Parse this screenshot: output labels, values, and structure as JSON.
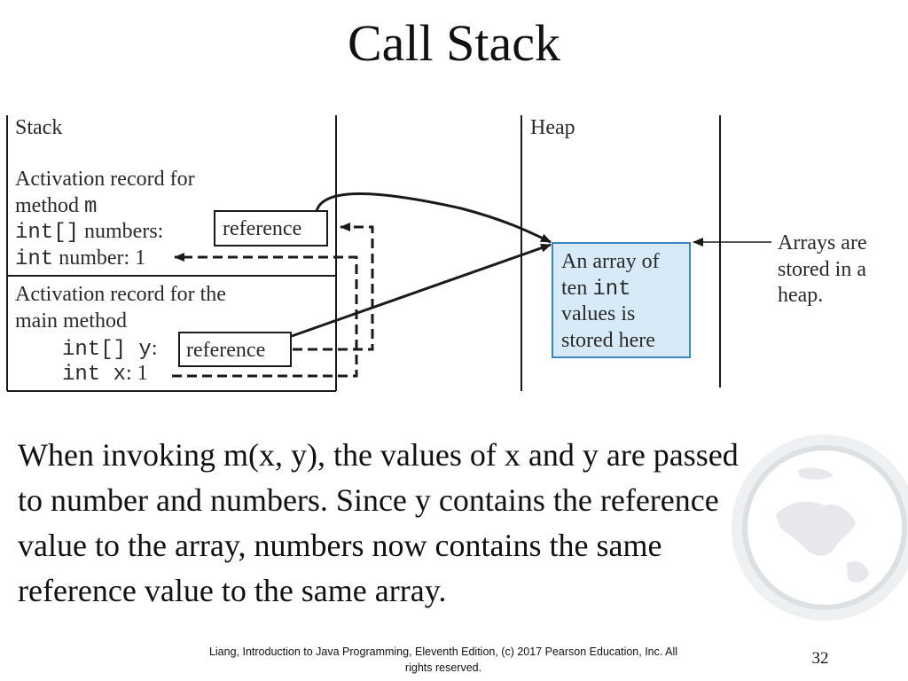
{
  "slide": {
    "title": "Call Stack",
    "body_lines": [
      "When invoking m(x, y), the values of x and y are passed",
      "to number and numbers. Since y contains the reference",
      "value to the array, numbers now contains the same",
      "reference value to the same array."
    ],
    "footer_lines": [
      "Liang, Introduction to Java Programming, Eleventh Edition, (c) 2017 Pearson Education, Inc. All",
      "rights reserved."
    ],
    "page_number": "32"
  },
  "diagram": {
    "stack_label": "Stack",
    "heap_label": "Heap",
    "m_record": {
      "line1": "Activation record for",
      "line2_prefix": "method ",
      "line2_code": "m",
      "numbers_type": "int[]",
      "numbers_name": " numbers:",
      "number_type": "int",
      "number_name": " number: 1"
    },
    "main_record": {
      "line1": "Activation record for the",
      "line2": "main method",
      "y_code": "int[] y",
      "y_colon": ":",
      "x_code": "int x",
      "x_value": ": 1"
    },
    "reference_label": "reference",
    "heap_box": {
      "line1": "An array of",
      "line2_prefix": "ten ",
      "line2_code": "int",
      "line3": "values is",
      "line4": "stored here",
      "fill_color": "#d6ebf7",
      "border_color": "#3a88c2"
    },
    "heap_note": [
      "Arrays are",
      "stored in a",
      "heap."
    ]
  }
}
